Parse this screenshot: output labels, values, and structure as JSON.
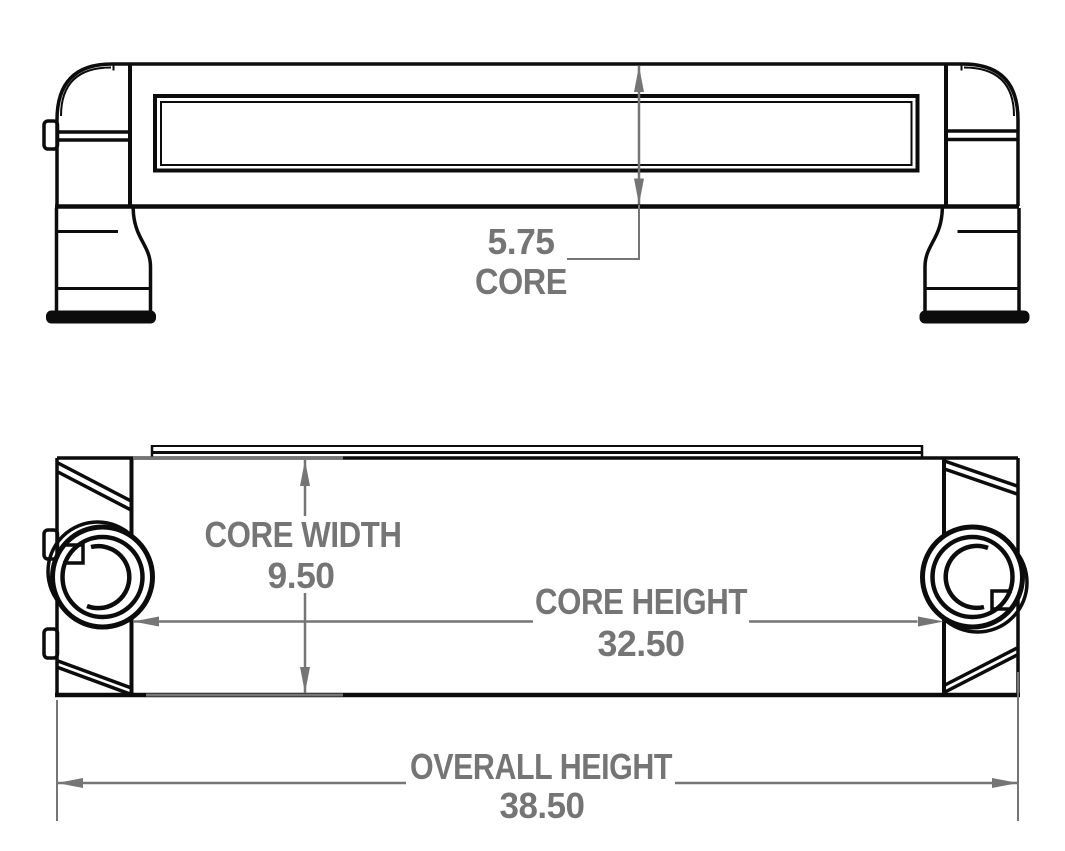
{
  "drawing": {
    "type": "engineering-dimension-drawing",
    "description": "Two orthographic views of a cooler core assembly with dimension callouts",
    "colors": {
      "background": "#ffffff",
      "line": "#0c0c0c",
      "dimension": "#757575"
    },
    "views": {
      "side": {
        "name": "side-profile-view",
        "dimensions": {
          "core_depth": {
            "value": "5.75",
            "label": "CORE"
          }
        }
      },
      "front": {
        "name": "front-view",
        "dimensions": {
          "core_width": {
            "label": "CORE WIDTH",
            "value": "9.50"
          },
          "core_height": {
            "label": "CORE HEIGHT",
            "value": "32.50"
          },
          "overall_height": {
            "label": "OVERALL HEIGHT",
            "value": "38.50"
          }
        }
      }
    }
  }
}
